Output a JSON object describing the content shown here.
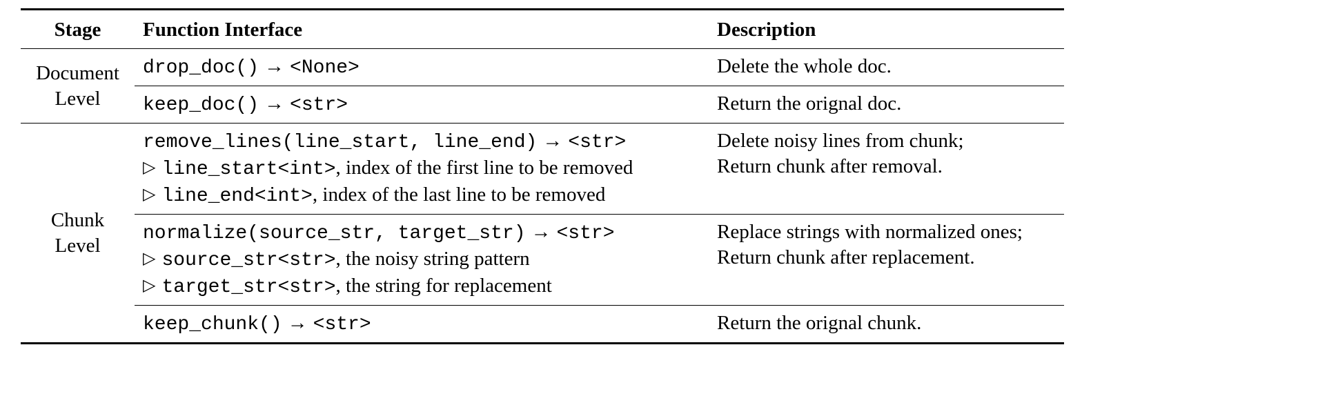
{
  "table": {
    "headers": {
      "stage": "Stage",
      "function": "Function Interface",
      "description": "Description"
    },
    "groups": [
      {
        "stage_lines": [
          "Document",
          "Level"
        ],
        "rows": [
          {
            "signature": "drop_doc()",
            "arrow": "→",
            "returns": "<None>",
            "desc": [
              "Delete the whole doc."
            ]
          },
          {
            "signature": "keep_doc()",
            "arrow": "→",
            "returns": "<str>",
            "desc": [
              "Return the orignal doc."
            ]
          }
        ]
      },
      {
        "stage_lines": [
          "Chunk",
          "Level"
        ],
        "rows": [
          {
            "signature": "remove_lines(line_start, line_end)",
            "arrow": "→",
            "returns": "<str>",
            "params": [
              {
                "marker": "▷",
                "code": "line_start<int>",
                "text": ", index of the first line to be removed"
              },
              {
                "marker": "▷",
                "code": "line_end<int>",
                "text": ", index of the last line to be removed"
              }
            ],
            "desc": [
              "Delete noisy lines from chunk;",
              "Return chunk after removal."
            ]
          },
          {
            "signature": "normalize(source_str, target_str)",
            "arrow": "→",
            "returns": "<str>",
            "params": [
              {
                "marker": "▷",
                "code": "source_str<str>",
                "text": ", the noisy string pattern"
              },
              {
                "marker": "▷",
                "code": "target_str<str>",
                "text": ", the string for replacement"
              }
            ],
            "desc": [
              "Replace strings with normalized ones;",
              "Return chunk after replacement."
            ]
          },
          {
            "signature": "keep_chunk()",
            "arrow": "→",
            "returns": "<str>",
            "desc": [
              "Return the orignal chunk."
            ]
          }
        ]
      }
    ]
  }
}
